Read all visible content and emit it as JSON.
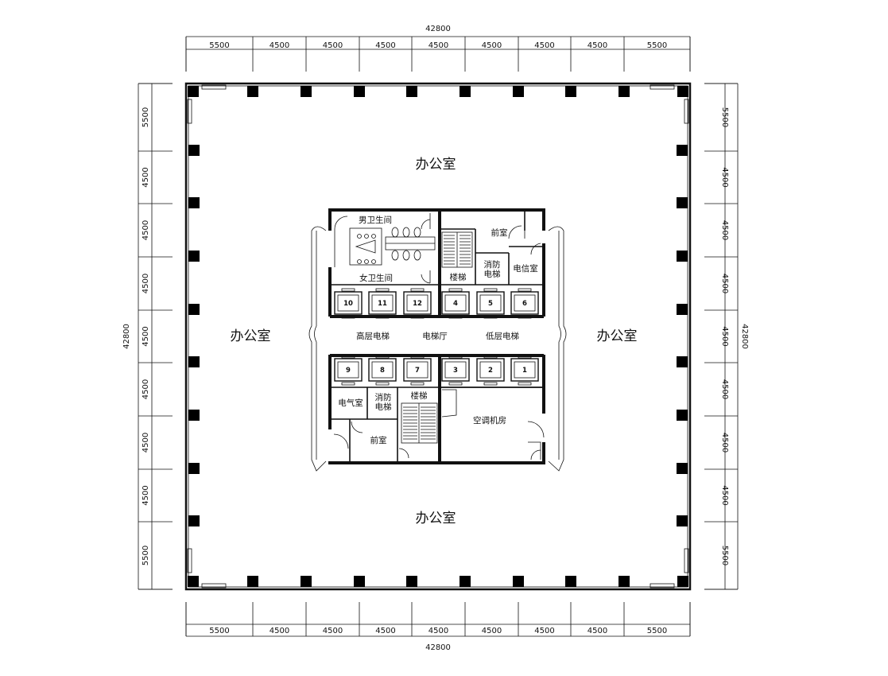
{
  "dims": {
    "total": "42800",
    "horizontal": [
      "5500",
      "4500",
      "4500",
      "4500",
      "4500",
      "4500",
      "4500",
      "4500",
      "5500"
    ],
    "vertical": [
      "5500",
      "4500",
      "4500",
      "4500",
      "4500",
      "4500",
      "4500",
      "4500",
      "5500"
    ]
  },
  "rooms": {
    "office_north": "办公室",
    "office_south": "办公室",
    "office_west": "办公室",
    "office_east": "办公室",
    "male_wc": "男卫生间",
    "female_wc": "女卫生间",
    "front_room_ne": "前室",
    "stair_ne": "楼梯",
    "fire_elevator_ne": [
      "消防",
      "电梯"
    ],
    "telecom_room": "电信室",
    "high_elevators": "高层电梯",
    "elevator_hall": "电梯厅",
    "low_elevators": "低层电梯",
    "electrical_room": "电气室",
    "fire_elevator_sw": [
      "消防",
      "电梯"
    ],
    "stair_sw": "楼梯",
    "front_room_sw": "前室",
    "ac_room": "空调机房"
  },
  "elevators_top": [
    "10",
    "11",
    "12",
    "4",
    "5",
    "6"
  ],
  "elevators_bottom": [
    "9",
    "8",
    "7",
    "3",
    "2",
    "1"
  ]
}
